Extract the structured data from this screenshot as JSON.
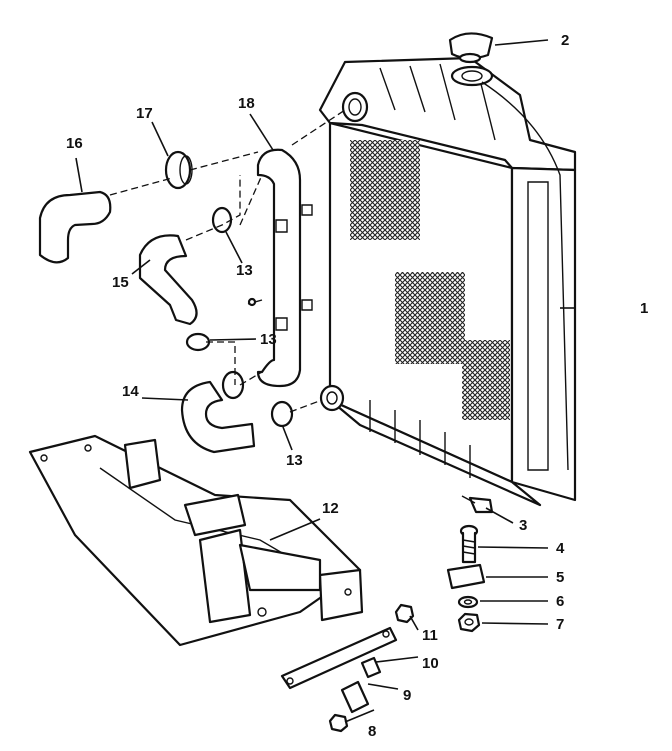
{
  "callouts": {
    "c1": "1",
    "c2": "2",
    "c3": "3",
    "c4": "4",
    "c5": "5",
    "c6": "6",
    "c7": "7",
    "c8": "8",
    "c9": "9",
    "c10": "10",
    "c11": "11",
    "c12": "12",
    "c13a": "13",
    "c13b": "13",
    "c13c": "13",
    "c14": "14",
    "c15": "15",
    "c16": "16",
    "c17": "17",
    "c18": "18"
  }
}
